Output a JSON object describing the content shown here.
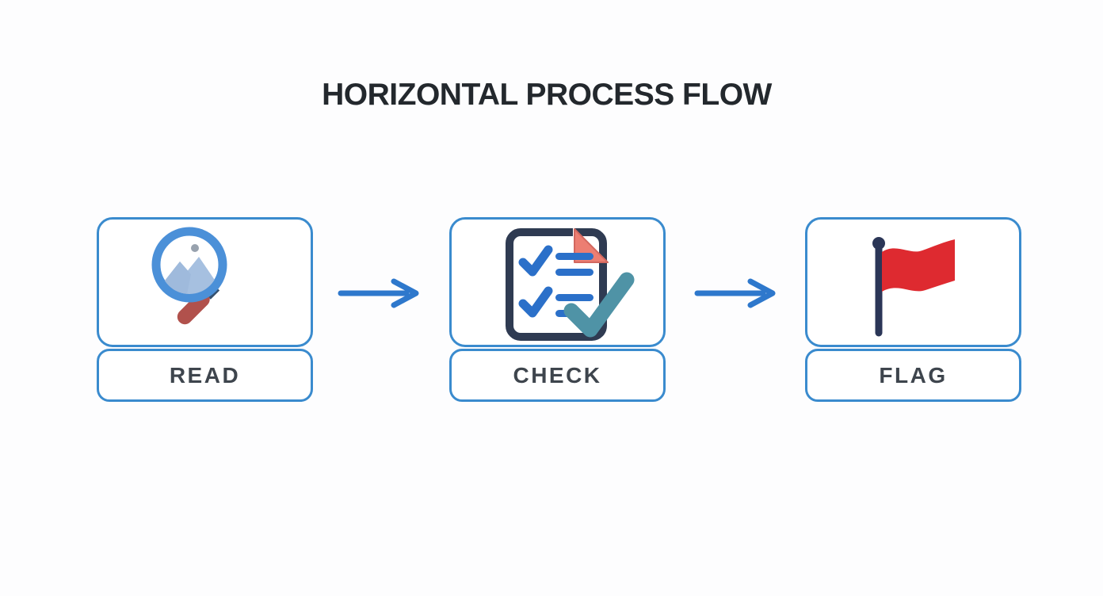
{
  "title": "HORIZONTAL PROCESS FLOW",
  "diagram": {
    "type": "horizontal-process-flow",
    "steps": [
      {
        "id": "read",
        "label": "READ",
        "icon": "magnifier-image-icon"
      },
      {
        "id": "check",
        "label": "CHECK",
        "icon": "checklist-document-icon"
      },
      {
        "id": "flag",
        "label": "FLAG",
        "icon": "red-flag-icon"
      }
    ],
    "connections": [
      {
        "from": "read",
        "to": "check",
        "style": "right-arrow"
      },
      {
        "from": "check",
        "to": "flag",
        "style": "right-arrow"
      }
    ]
  },
  "colors": {
    "background": "#fdfdfe",
    "box_border_blue": "#3a8bce",
    "arrow_blue": "#2e78cc",
    "title_text": "#23282d",
    "label_text": "#3e454d",
    "magnifier_ring_blue": "#4b90d8",
    "mountain_blue": "#a6c0e0",
    "mountain_blue_dark": "#97b4d8",
    "sun_gray": "#98a2ae",
    "handle_red": "#b1514c",
    "ferrule_slate": "#35516f",
    "document_navy": "#2f3b52",
    "fold_salmon": "#ec7e72",
    "check_blue": "#2b70c9",
    "big_check_teal": "#4f93a6",
    "flag_red": "#de2a30",
    "pole_navy": "#2b3657"
  }
}
